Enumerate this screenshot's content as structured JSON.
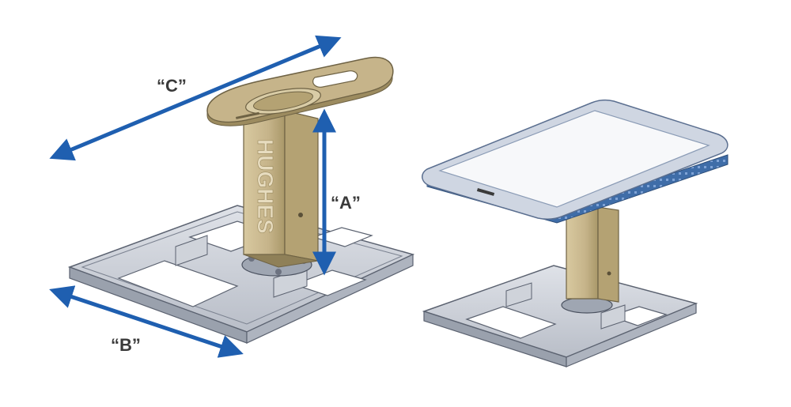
{
  "dimensions": {
    "a": {
      "label": "“A”"
    },
    "b": {
      "label": "“B”"
    },
    "c": {
      "label": "“C”"
    }
  },
  "logo": {
    "text": "HUGHES"
  },
  "colors": {
    "arrow": "#1f5fb0",
    "post": "#c6b48a",
    "post_shade": "#a99869",
    "base": "#c9cdd5",
    "base_edge": "#5b6270",
    "table_top": "#f7f8fa",
    "table_rim": "#8a9bb5",
    "table_band": "#3f6da8"
  }
}
